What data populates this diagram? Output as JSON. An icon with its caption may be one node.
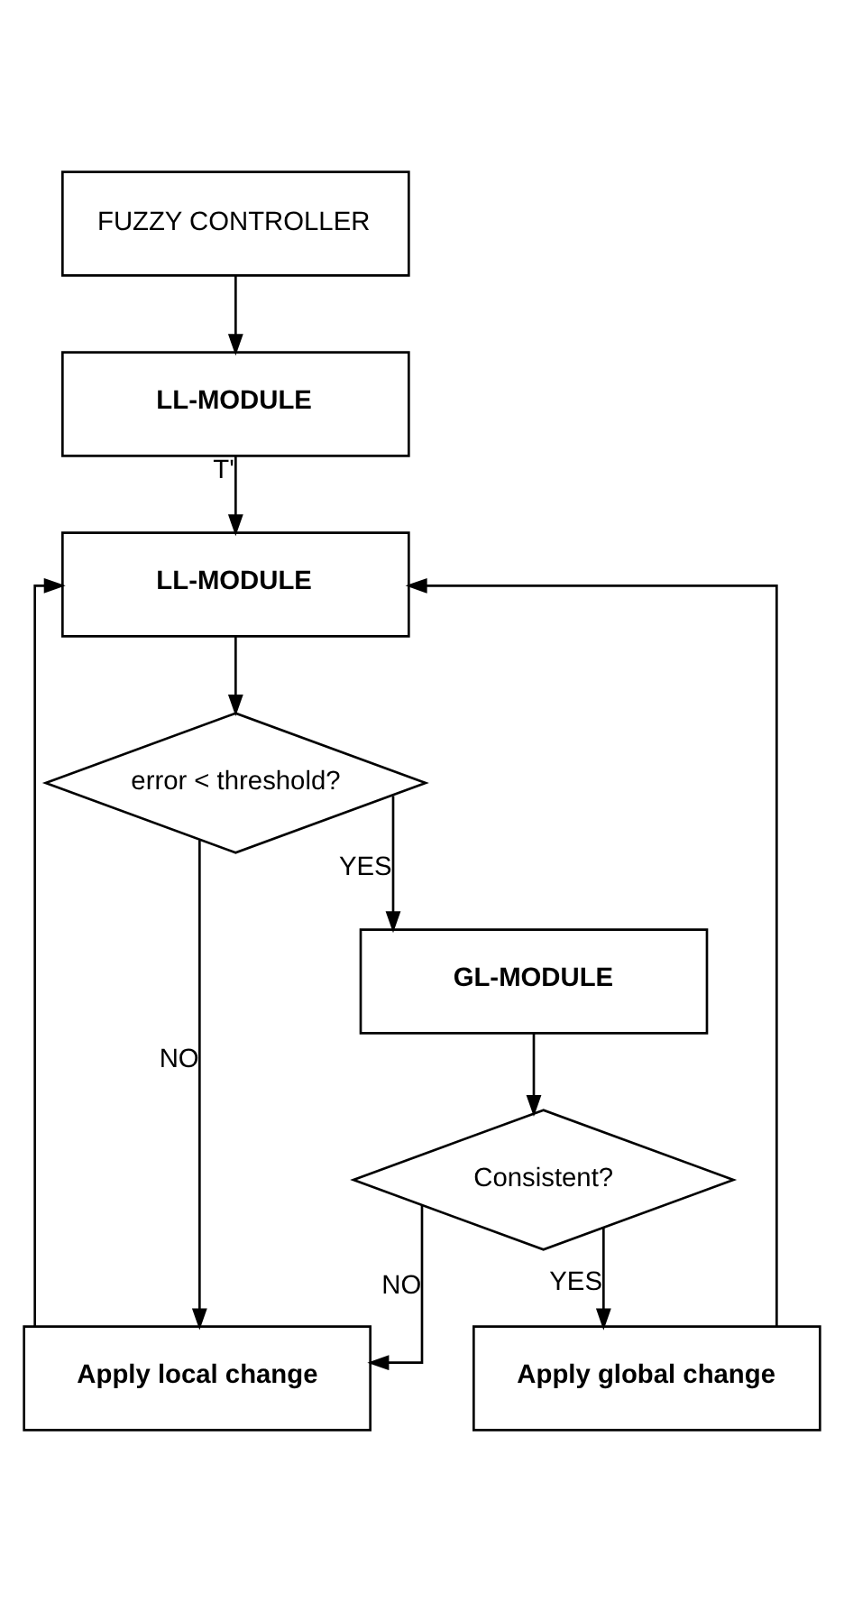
{
  "diagram": {
    "nodes": [
      {
        "text": [
          "FUZZY CONTROLLER"
        ]
      },
      {
        "text": [
          "LL-MODULE"
        ]
      },
      {
        "text": [
          "LL-MODULE"
        ]
      },
      {
        "text": [
          "error < threshold?"
        ]
      },
      {
        "text": [
          "GL-MODULE"
        ]
      },
      {
        "text": [
          "Consistent?"
        ]
      },
      {
        "text": [
          "Apply local change"
        ]
      },
      {
        "text": [
          "Apply global change"
        ]
      }
    ],
    "edges": [
      {
        "from": 0,
        "to": 1,
        "arrow": "to"
      },
      {
        "from": 1,
        "to": 2,
        "arrow": "to",
        "label": "T'"
      },
      {
        "from": 2,
        "to": 3,
        "arrow": "to"
      },
      {
        "from": 3,
        "to": 6,
        "arrow": "to",
        "label": "NO"
      },
      {
        "from": 3,
        "to": 4,
        "arrow": "to",
        "label": "YES"
      },
      {
        "from": 4,
        "to": 5,
        "arrow": "to"
      },
      {
        "from": 5,
        "to": 6,
        "arrow": "to",
        "label": "NO"
      },
      {
        "from": 5,
        "to": 7,
        "arrow": "to",
        "label": "YES"
      },
      {
        "from": 6,
        "to": 2,
        "arrow": "to"
      },
      {
        "from": 7,
        "to": 2,
        "arrow": "to"
      }
    ]
  }
}
